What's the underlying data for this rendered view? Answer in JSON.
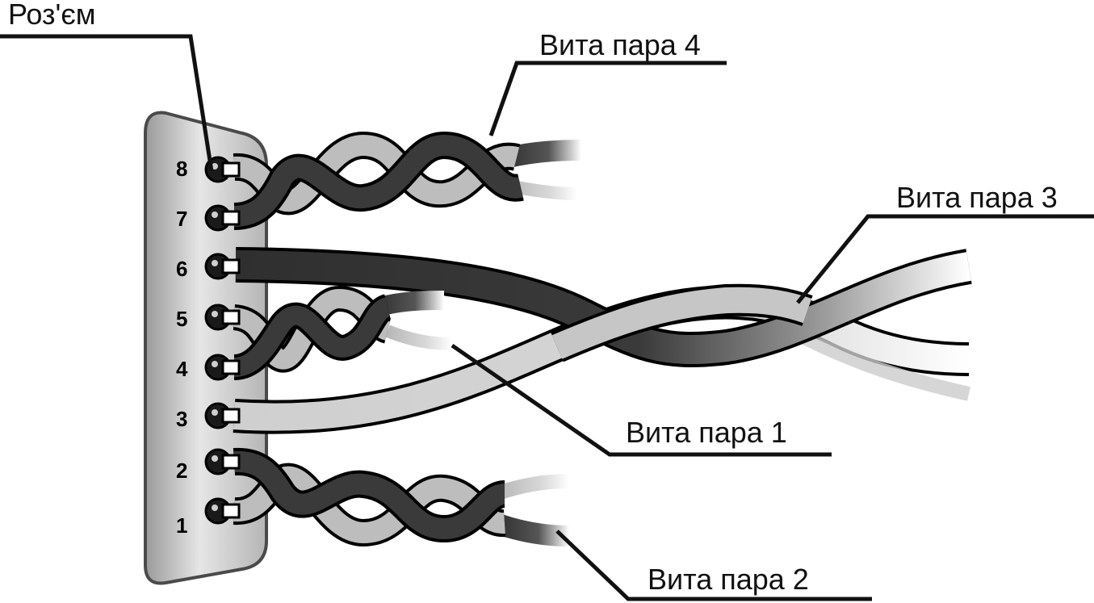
{
  "labels": {
    "connector": "Роз'єм",
    "pair1": "Вита пара 1",
    "pair2": "Вита пара 2",
    "pair3": "Вита пара 3",
    "pair4": "Вита пара 4"
  },
  "pins": [
    "8",
    "7",
    "6",
    "5",
    "4",
    "3",
    "2",
    "1"
  ],
  "colors": {
    "dark_wire": "#3a3a3a",
    "light_wire": "#bdbdbd",
    "connector_light": "#e8e8e8",
    "connector_dark": "#9a9a9a",
    "outline": "#000000"
  }
}
